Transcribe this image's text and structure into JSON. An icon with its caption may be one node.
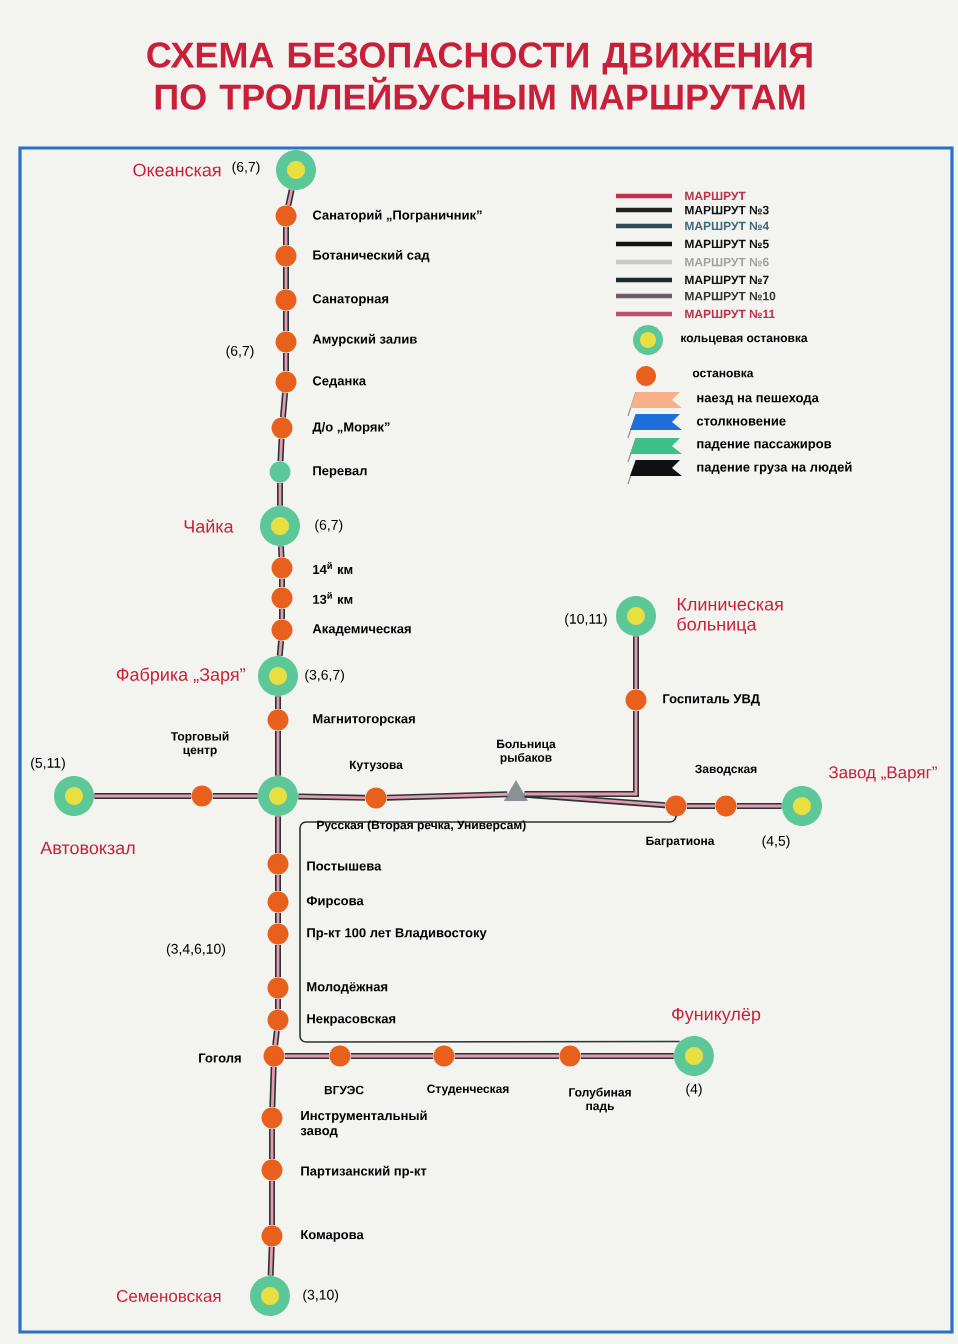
{
  "diagram": {
    "title": "СХЕМА БЕЗОПАСНОСТИ ДВИЖЕНИЯ ПО ТРОЛЛЕЙБУСНЫМ МАРШРУТАМ",
    "nodes": [
      {
        "text": [],
        "shape": "ring",
        "beside": [
          "Океанская",
          "(6,7)"
        ]
      },
      {
        "text": [],
        "shape": "circle",
        "beside": [
          "Санаторий „Пограничник”"
        ]
      },
      {
        "text": [],
        "shape": "circle",
        "beside": [
          "Ботанический сад"
        ]
      },
      {
        "text": [],
        "shape": "circle",
        "beside": [
          "Санаторная"
        ]
      },
      {
        "text": [],
        "shape": "circle",
        "beside": [
          "Амурский залив"
        ]
      },
      {
        "text": [],
        "shape": "circle",
        "beside": [
          "Седанка"
        ]
      },
      {
        "text": [],
        "shape": "circle",
        "beside": [
          "Д/о „Моряк”"
        ]
      },
      {
        "text": [],
        "shape": "circle",
        "beside": [
          "Перевал"
        ]
      },
      {
        "text": [],
        "shape": "ring",
        "beside": [
          "Чайка",
          "(6,7)"
        ]
      },
      {
        "text": [],
        "shape": "circle",
        "beside": [
          "14$^{й}$ км"
        ]
      },
      {
        "text": [],
        "shape": "circle",
        "beside": [
          "13$^{й}$ км"
        ]
      },
      {
        "text": [],
        "shape": "circle",
        "beside": [
          "Академическая"
        ]
      },
      {
        "text": [],
        "shape": "ring",
        "beside": [
          "Фабрика „Заря”",
          "(3,6,7)"
        ]
      },
      {
        "text": [],
        "shape": "circle",
        "beside": [
          "Магнитогорская"
        ]
      },
      {
        "text": [],
        "shape": "ring",
        "beside": [
          "Автовокзал",
          "(5,11)"
        ]
      },
      {
        "text": [],
        "shape": "circle",
        "beside": [
          "Торговый центр"
        ]
      },
      {
        "text": [],
        "shape": "ring"
      },
      {
        "text": [],
        "shape": "circle",
        "beside": [
          "Кутузова"
        ]
      },
      {
        "text": [],
        "shape": "triangle",
        "beside": [
          "Больница рыбаков"
        ]
      },
      {
        "text": [],
        "shape": "circle",
        "beside": [
          "Багратиона"
        ]
      },
      {
        "text": [],
        "shape": "circle",
        "beside": [
          "Заводская"
        ]
      },
      {
        "text": [],
        "shape": "ring",
        "beside": [
          "Завод „Варяг”",
          "(4,5)"
        ]
      },
      {
        "text": [],
        "shape": "ring",
        "beside": [
          "Клиническая больница",
          "(10,11)"
        ]
      },
      {
        "text": [],
        "shape": "circle",
        "beside": [
          "Госпиталь УВД"
        ]
      },
      {
        "text": [],
        "shape": "circle",
        "beside": [
          "Постышева"
        ]
      },
      {
        "text": [],
        "shape": "circle",
        "beside": [
          "Фирсова"
        ]
      },
      {
        "text": [],
        "shape": "circle",
        "beside": [
          "Пр-кт 100 лет Владивостоку"
        ]
      },
      {
        "text": [],
        "shape": "circle",
        "beside": [
          "Молодёжная"
        ]
      },
      {
        "text": [],
        "shape": "circle",
        "beside": [
          "Некрасовская"
        ]
      },
      {
        "text": [],
        "shape": "circle",
        "beside": [
          "Гоголя"
        ]
      },
      {
        "text": [],
        "shape": "circle",
        "beside": [
          "ВГУЭС"
        ]
      },
      {
        "text": [],
        "shape": "circle",
        "beside": [
          "Студенческая"
        ]
      },
      {
        "text": [],
        "shape": "circle",
        "beside": [
          "Голубиная падь"
        ]
      },
      {
        "text": [],
        "shape": "ring",
        "beside": [
          "Фуникулёр",
          "(4)"
        ]
      },
      {
        "text": [],
        "shape": "circle",
        "beside": [
          "Инструментальный завод"
        ]
      },
      {
        "text": [],
        "shape": "circle",
        "beside": [
          "Партизанский пр-кт"
        ]
      },
      {
        "text": [],
        "shape": "circle",
        "beside": [
          "Комарова"
        ]
      },
      {
        "text": [],
        "shape": "ring",
        "beside": [
          "Семеновская",
          "(3,10)"
        ]
      }
    ],
    "edges": [
      {
        "from": 0,
        "to": 1,
        "arrow": "none"
      },
      {
        "from": 1,
        "to": 2,
        "arrow": "none"
      },
      {
        "from": 2,
        "to": 3,
        "arrow": "none"
      },
      {
        "from": 3,
        "to": 4,
        "arrow": "none"
      },
      {
        "from": 4,
        "to": 5,
        "arrow": "none"
      },
      {
        "from": 5,
        "to": 6,
        "arrow": "none"
      },
      {
        "from": 6,
        "to": 7,
        "arrow": "none"
      },
      {
        "from": 7,
        "to": 8,
        "arrow": "none"
      },
      {
        "from": 8,
        "to": 9,
        "arrow": "none"
      },
      {
        "from": 9,
        "to": 10,
        "arrow": "none"
      },
      {
        "from": 10,
        "to": 11,
        "arrow": "none"
      },
      {
        "from": 11,
        "to": 12,
        "arrow": "none"
      },
      {
        "from": 12,
        "to": 13,
        "arrow": "none"
      },
      {
        "from": 13,
        "to": 16,
        "arrow": "none"
      },
      {
        "from": 14,
        "to": 15,
        "arrow": "none"
      },
      {
        "from": 15,
        "to": 16,
        "arrow": "none"
      },
      {
        "from": 16,
        "to": 17,
        "arrow": "none"
      },
      {
        "from": 17,
        "to": 18,
        "arrow": "none"
      },
      {
        "from": 18,
        "to": 19,
        "arrow": "none"
      },
      {
        "from": 19,
        "to": 20,
        "arrow": "none"
      },
      {
        "from": 20,
        "to": 21,
        "arrow": "none"
      },
      {
        "from": 18,
        "to": 23,
        "arrow": "none"
      },
      {
        "from": 23,
        "to": 22,
        "arrow": "none"
      },
      {
        "from": 16,
        "to": 24,
        "arrow": "none"
      },
      {
        "from": 24,
        "to": 25,
        "arrow": "none"
      },
      {
        "from": 25,
        "to": 26,
        "arrow": "none"
      },
      {
        "from": 26,
        "to": 27,
        "arrow": "none"
      },
      {
        "from": 27,
        "to": 28,
        "arrow": "none"
      },
      {
        "from": 28,
        "to": 29,
        "arrow": "none"
      },
      {
        "from": 29,
        "to": 34,
        "arrow": "none"
      },
      {
        "from": 34,
        "to": 35,
        "arrow": "none"
      },
      {
        "from": 35,
        "to": 36,
        "arrow": "none"
      },
      {
        "from": 36,
        "to": 37,
        "arrow": "none"
      },
      {
        "from": 29,
        "to": 30,
        "arrow": "none"
      },
      {
        "from": 30,
        "to": 31,
        "arrow": "none"
      },
      {
        "from": 31,
        "to": 32,
        "arrow": "none"
      },
      {
        "from": 32,
        "to": 33,
        "arrow": "none"
      },
      {
        "from": 19,
        "to": 33,
        "arrow": "none"
      }
    ],
    "labels": [
      "(6,7)",
      "Русская (Вторая речка, Универсам)",
      "(3,4,6,10)"
    ],
    "legend": [
      {
        "text": "МАРШРУТ"
      },
      {
        "text": "МАРШРУТ №3"
      },
      {
        "text": "МАРШРУТ №4"
      },
      {
        "text": "МАРШРУТ №5"
      },
      {
        "text": "МАРШРУТ №6"
      },
      {
        "text": "МАРШРУТ №7"
      },
      {
        "text": "МАРШРУТ №10"
      },
      {
        "text": "МАРШРУТ №11"
      },
      {
        "text": "кольцевая остановка"
      },
      {
        "text": "остановка"
      },
      {
        "text": "наезд на пешехода",
        "color": "#f7b08a"
      },
      {
        "text": "столкновение",
        "color": "#1e6fd9"
      },
      {
        "text": "падение пассажиров",
        "color": "#3cc08a"
      },
      {
        "text": "падение груза на людей",
        "color": "#111111"
      }
    ]
  }
}
